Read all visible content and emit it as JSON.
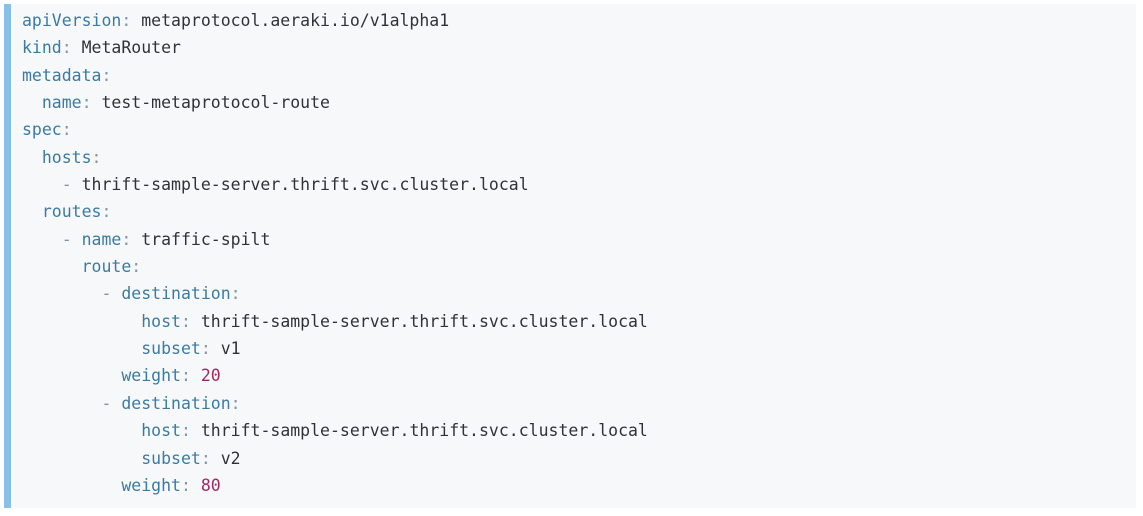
{
  "code_block": {
    "language": "yaml",
    "colors": {
      "background": "#f6f8fa",
      "accent_bar": "#87c1ea",
      "key": "#3b7ba3",
      "punctuation": "#7e96ad",
      "value": "#2f3338",
      "number": "#9e2a66"
    },
    "lines": [
      [
        [
          "k",
          "apiVersion"
        ],
        [
          "p",
          ":"
        ],
        [
          "w",
          " "
        ],
        [
          "v",
          "metaprotocol.aeraki.io/v1alpha1"
        ]
      ],
      [
        [
          "k",
          "kind"
        ],
        [
          "p",
          ":"
        ],
        [
          "w",
          " "
        ],
        [
          "v",
          "MetaRouter"
        ]
      ],
      [
        [
          "k",
          "metadata"
        ],
        [
          "p",
          ":"
        ]
      ],
      [
        [
          "w",
          "  "
        ],
        [
          "k",
          "name"
        ],
        [
          "p",
          ":"
        ],
        [
          "w",
          " "
        ],
        [
          "v",
          "test-metaprotocol-route"
        ]
      ],
      [
        [
          "k",
          "spec"
        ],
        [
          "p",
          ":"
        ]
      ],
      [
        [
          "w",
          "  "
        ],
        [
          "k",
          "hosts"
        ],
        [
          "p",
          ":"
        ]
      ],
      [
        [
          "w",
          "    "
        ],
        [
          "p",
          "-"
        ],
        [
          "w",
          " "
        ],
        [
          "v",
          "thrift-sample-server.thrift.svc.cluster.local"
        ]
      ],
      [
        [
          "w",
          "  "
        ],
        [
          "k",
          "routes"
        ],
        [
          "p",
          ":"
        ]
      ],
      [
        [
          "w",
          "    "
        ],
        [
          "p",
          "-"
        ],
        [
          "w",
          " "
        ],
        [
          "k",
          "name"
        ],
        [
          "p",
          ":"
        ],
        [
          "w",
          " "
        ],
        [
          "v",
          "traffic-spilt"
        ]
      ],
      [
        [
          "w",
          "      "
        ],
        [
          "k",
          "route"
        ],
        [
          "p",
          ":"
        ]
      ],
      [
        [
          "w",
          "        "
        ],
        [
          "p",
          "-"
        ],
        [
          "w",
          " "
        ],
        [
          "k",
          "destination"
        ],
        [
          "p",
          ":"
        ]
      ],
      [
        [
          "w",
          "            "
        ],
        [
          "k",
          "host"
        ],
        [
          "p",
          ":"
        ],
        [
          "w",
          " "
        ],
        [
          "v",
          "thrift-sample-server.thrift.svc.cluster.local"
        ]
      ],
      [
        [
          "w",
          "            "
        ],
        [
          "k",
          "subset"
        ],
        [
          "p",
          ":"
        ],
        [
          "w",
          " "
        ],
        [
          "v",
          "v1"
        ]
      ],
      [
        [
          "w",
          "          "
        ],
        [
          "k",
          "weight"
        ],
        [
          "p",
          ":"
        ],
        [
          "w",
          " "
        ],
        [
          "n",
          "20"
        ]
      ],
      [
        [
          "w",
          "        "
        ],
        [
          "p",
          "-"
        ],
        [
          "w",
          " "
        ],
        [
          "k",
          "destination"
        ],
        [
          "p",
          ":"
        ]
      ],
      [
        [
          "w",
          "            "
        ],
        [
          "k",
          "host"
        ],
        [
          "p",
          ":"
        ],
        [
          "w",
          " "
        ],
        [
          "v",
          "thrift-sample-server.thrift.svc.cluster.local"
        ]
      ],
      [
        [
          "w",
          "            "
        ],
        [
          "k",
          "subset"
        ],
        [
          "p",
          ":"
        ],
        [
          "w",
          " "
        ],
        [
          "v",
          "v2"
        ]
      ],
      [
        [
          "w",
          "          "
        ],
        [
          "k",
          "weight"
        ],
        [
          "p",
          ":"
        ],
        [
          "w",
          " "
        ],
        [
          "n",
          "80"
        ]
      ]
    ]
  }
}
